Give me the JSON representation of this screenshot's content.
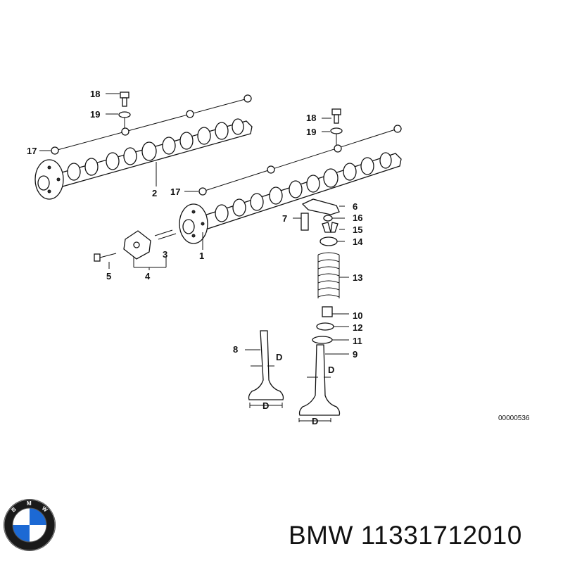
{
  "diagram": {
    "callouts": {
      "c1": "1",
      "c2": "2",
      "c3": "3",
      "c4": "4",
      "c5": "5",
      "c6": "6",
      "c7": "7",
      "c8": "8",
      "c9": "9",
      "c10": "10",
      "c11": "11",
      "c12": "12",
      "c13": "13",
      "c14": "14",
      "c15": "15",
      "c16": "16",
      "c17a": "17",
      "c17b": "17",
      "c18a": "18",
      "c18b": "18",
      "c19a": "19",
      "c19b": "19"
    },
    "dimension_label": "D",
    "reference_code": "00000536"
  },
  "footer": {
    "brand": "BMW",
    "part_number": "11331712010",
    "logo_letters": [
      "B",
      "M",
      "W"
    ],
    "logo_colors": {
      "ring": "#1a1a1a",
      "blue": "#1c69d4",
      "white": "#ffffff"
    }
  }
}
